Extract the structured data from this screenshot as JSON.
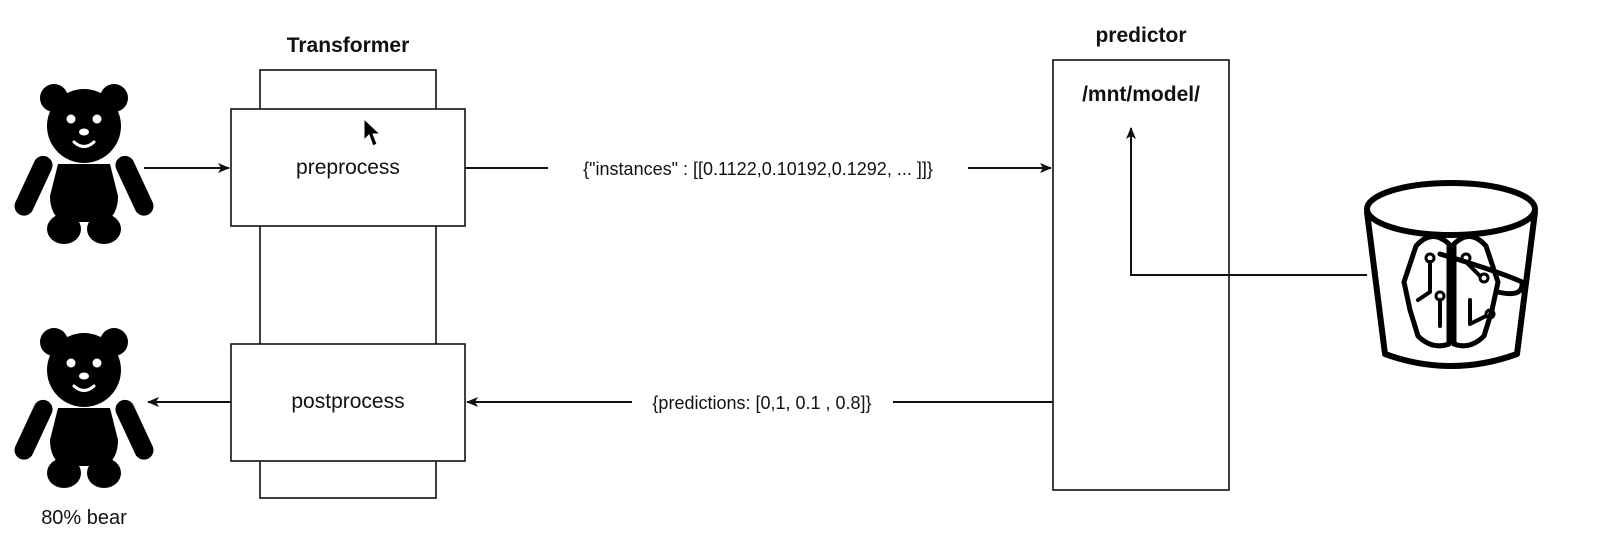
{
  "transformer": {
    "title": "Transformer",
    "preprocess_label": "preprocess",
    "postprocess_label": "postprocess"
  },
  "predictor": {
    "title": "predictor",
    "model_path": "/mnt/model/"
  },
  "edges": {
    "request_payload": "{\"instances\" : [[0.1122,0.10192,0.1292, ... ]]}",
    "response_payload": "{predictions: [0,1, 0.1 , 0.8]}"
  },
  "output": {
    "result_label": "80% bear"
  },
  "icons": {
    "input": "teddy-bear-icon",
    "output": "teddy-bear-icon",
    "storage": "model-bucket-icon",
    "cursor": "mouse-pointer-icon"
  },
  "colors": {
    "stroke": "#111111",
    "background": "#ffffff"
  }
}
